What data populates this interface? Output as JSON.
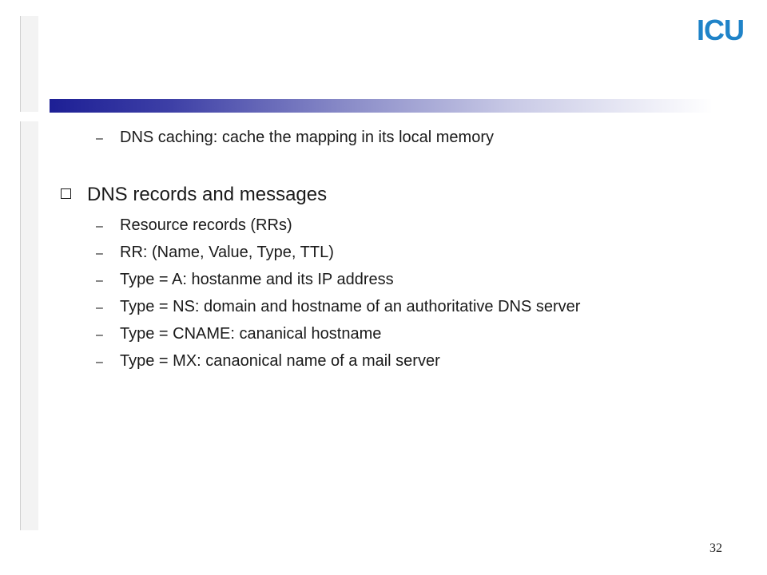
{
  "logo": {
    "text": "ICU"
  },
  "top_item": {
    "dash": "–",
    "text": "DNS caching: cache the mapping in its local memory"
  },
  "bullet": {
    "text": "DNS records and messages"
  },
  "sub_items": [
    {
      "dash": "–",
      "text": "Resource records (RRs)"
    },
    {
      "dash": "–",
      "text": "RR: (Name, Value, Type, TTL)"
    },
    {
      "dash": "–",
      "text": "Type = A: hostanme and its IP address"
    },
    {
      "dash": "–",
      "text": "Type = NS: domain and hostname of an authoritative DNS server"
    },
    {
      "dash": "–",
      "text": "Type = CNAME: cananical hostname"
    },
    {
      "dash": "–",
      "text": "Type = MX: canaonical name of a mail server"
    }
  ],
  "page_number": "32",
  "colors": {
    "header_bar_start": "#1d1f95",
    "logo": "#1f83c8"
  }
}
